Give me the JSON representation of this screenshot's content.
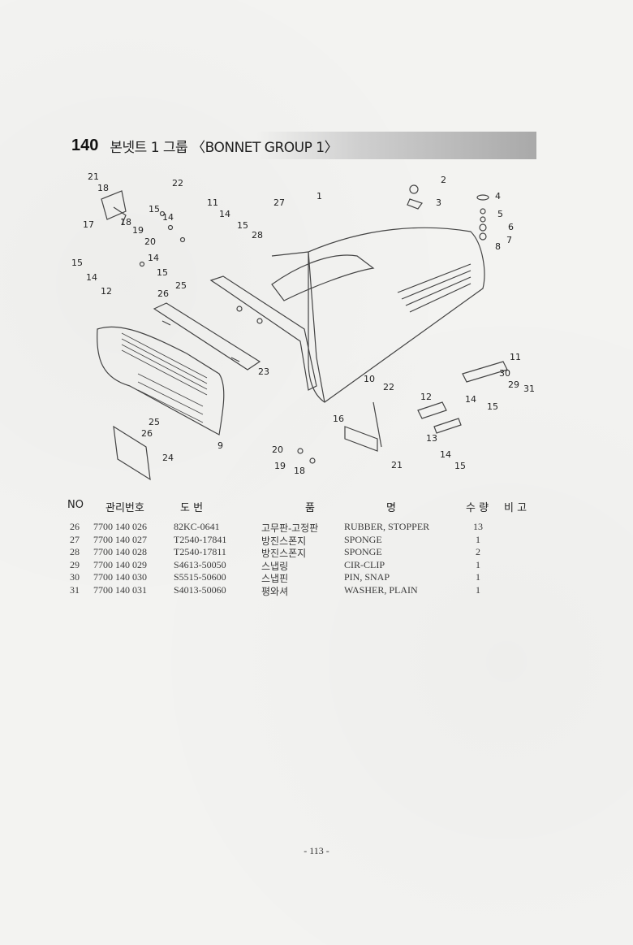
{
  "section": {
    "number": "140",
    "title": "본넷트 1 그룹 〈BONNET GROUP 1〉"
  },
  "table": {
    "headers": [
      "NO",
      "관리번호",
      "도  번",
      "품",
      "명",
      "수 량",
      "비 고"
    ],
    "rows": [
      {
        "no": "26",
        "id": "7700 140 026",
        "drawing": "82KC-0641",
        "name_ko": "고무판-고정판",
        "name_en": "RUBBER, STOPPER",
        "qty": "13"
      },
      {
        "no": "27",
        "id": "7700 140 027",
        "drawing": "T2540-17841",
        "name_ko": "방진스폰지",
        "name_en": "SPONGE",
        "qty": "1"
      },
      {
        "no": "28",
        "id": "7700 140 028",
        "drawing": "T2540-17811",
        "name_ko": "방진스폰지",
        "name_en": "SPONGE",
        "qty": "2"
      },
      {
        "no": "29",
        "id": "7700 140 029",
        "drawing": "S4613-50050",
        "name_ko": "스냅링",
        "name_en": "CIR-CLIP",
        "qty": "1"
      },
      {
        "no": "30",
        "id": "7700 140 030",
        "drawing": "S5515-50600",
        "name_ko": "스냅핀",
        "name_en": "PIN, SNAP",
        "qty": "1"
      },
      {
        "no": "31",
        "id": "7700 140 031",
        "drawing": "S4013-50060",
        "name_ko": "평와셔",
        "name_en": "WASHER, PLAIN",
        "qty": "1"
      }
    ]
  },
  "diagram": {
    "callouts": [
      "1",
      "2",
      "3",
      "4",
      "5",
      "6",
      "7",
      "8",
      "9",
      "10",
      "11",
      "12",
      "13",
      "14",
      "15",
      "16",
      "17",
      "18",
      "19",
      "20",
      "21",
      "22",
      "23",
      "24",
      "25",
      "26",
      "27",
      "28",
      "29",
      "30",
      "31"
    ]
  },
  "footer": {
    "page": "- 113 -"
  }
}
